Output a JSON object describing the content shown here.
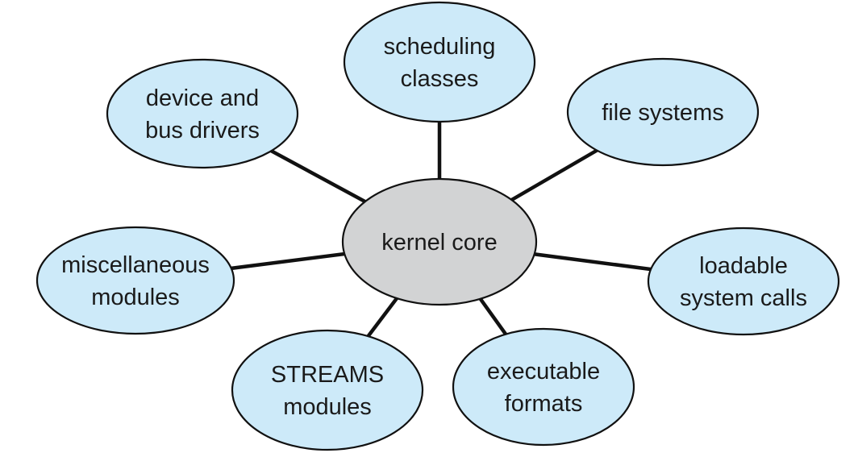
{
  "diagram": {
    "type": "hub-and-spoke",
    "colors": {
      "module_fill": "#cdeaf9",
      "core_fill": "#d2d3d4",
      "outline": "#111111",
      "text": "#1a1a1a"
    },
    "core": {
      "id": "kernel-core",
      "lines": [
        "kernel core"
      ]
    },
    "modules": [
      {
        "id": "device-and-bus-drivers",
        "lines": [
          "device and",
          "bus drivers"
        ]
      },
      {
        "id": "scheduling-classes",
        "lines": [
          "scheduling",
          "classes"
        ]
      },
      {
        "id": "file-systems",
        "lines": [
          "file systems"
        ]
      },
      {
        "id": "loadable-system-calls",
        "lines": [
          "loadable",
          "system calls"
        ]
      },
      {
        "id": "executable-formats",
        "lines": [
          "executable",
          "formats"
        ]
      },
      {
        "id": "streams-modules",
        "lines": [
          "STREAMS",
          "modules"
        ]
      },
      {
        "id": "miscellaneous-modules",
        "lines": [
          "miscellaneous",
          "modules"
        ]
      }
    ],
    "edges": [
      {
        "from": "kernel-core",
        "to": "device-and-bus-drivers"
      },
      {
        "from": "kernel-core",
        "to": "scheduling-classes"
      },
      {
        "from": "kernel-core",
        "to": "file-systems"
      },
      {
        "from": "kernel-core",
        "to": "loadable-system-calls"
      },
      {
        "from": "kernel-core",
        "to": "executable-formats"
      },
      {
        "from": "kernel-core",
        "to": "streams-modules"
      },
      {
        "from": "kernel-core",
        "to": "miscellaneous-modules"
      }
    ]
  }
}
